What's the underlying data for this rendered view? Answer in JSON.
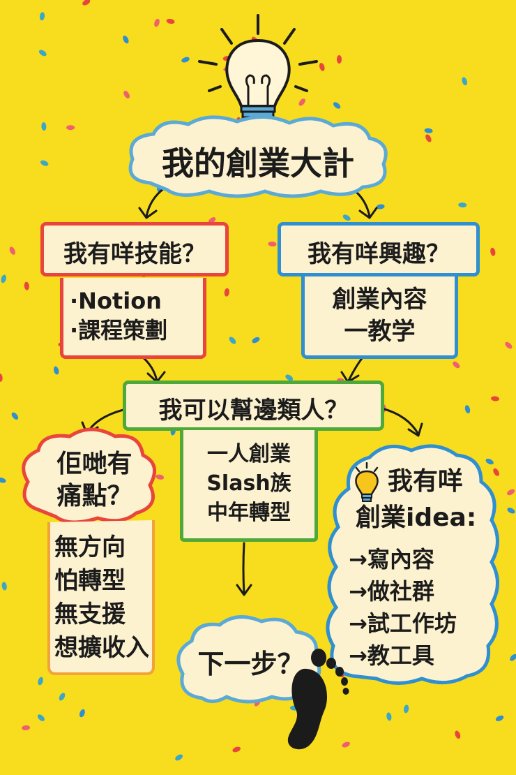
{
  "title": "我的創業大計",
  "skills": {
    "heading": "我有咩技能？",
    "items": [
      "·Notion",
      "·課程策劃"
    ]
  },
  "interests": {
    "heading": "我有咩興趣？",
    "items": [
      "創業內容",
      "一教学"
    ]
  },
  "help": {
    "heading": "我可以幫邊類人？",
    "items": [
      "一人創業",
      "Slash族",
      "中年轉型"
    ]
  },
  "pain": {
    "heading_lines": [
      "佢哋有",
      "痛點？"
    ],
    "items": [
      "無方向",
      "怕轉型",
      "無支援",
      "想擴收入"
    ]
  },
  "ideas": {
    "heading_lines": [
      "我有咩",
      "創業idea:"
    ],
    "items": [
      "→寫內容",
      "→做社群",
      "→試工作坊",
      "→教工具"
    ]
  },
  "next_step": "下一步？",
  "icons": [
    "lightbulb-icon",
    "footprint-icon",
    "arrow-icon"
  ],
  "colors": {
    "background": "#f8dc1e",
    "card": "#fdf2cf",
    "cloud_border": "#5aa9d6",
    "red_border": "#e8453c",
    "blue_border": "#2f8fd0",
    "green_border": "#4ea83a",
    "orange_border": "#f2a23a"
  }
}
